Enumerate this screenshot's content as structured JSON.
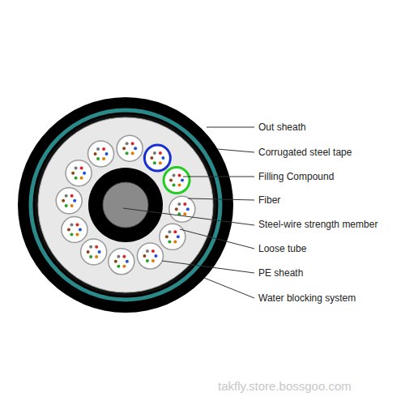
{
  "diagram": {
    "labels": [
      "Out sheath",
      "Corrugated steel tape",
      "Filling Compound",
      "Fiber",
      "Steel-wire strength member",
      "Loose tube",
      "PE sheath",
      "Water blocking system",
      "takfly.store.bossgoo.com"
    ]
  }
}
